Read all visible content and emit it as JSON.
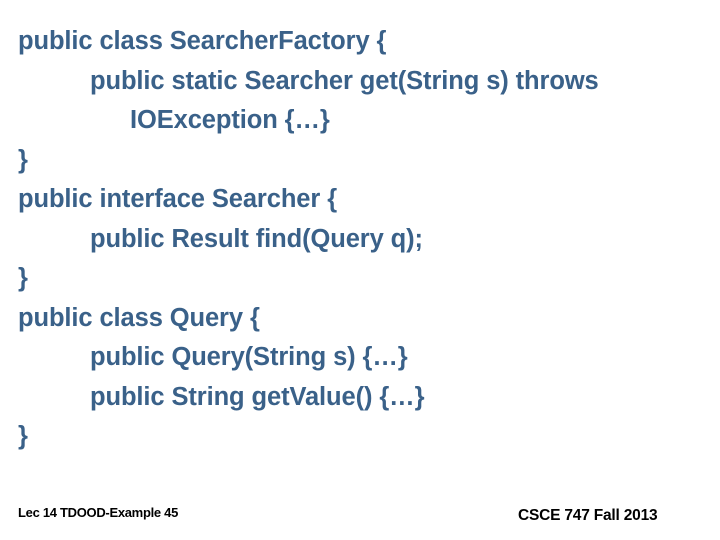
{
  "slide": {
    "background_color": "#FFFFFF",
    "code_color": "#3A6189",
    "footer_color": "#000000",
    "code_lines": [
      {
        "text": "public class SearcherFactory {",
        "indent": 0
      },
      {
        "text": "public static Searcher get(String s) throws",
        "indent": 1
      },
      {
        "text": "IOException {…}",
        "indent": 2
      },
      {
        "text": "}",
        "indent": 0
      },
      {
        "text": "public interface Searcher {",
        "indent": 0
      },
      {
        "text": "public Result find(Query q);",
        "indent": 1
      },
      {
        "text": "}",
        "indent": 0
      },
      {
        "text": "public class Query {",
        "indent": 0
      },
      {
        "text": "public Query(String s) {…}",
        "indent": 1
      },
      {
        "text": "public String getValue() {…}",
        "indent": 1
      },
      {
        "text": "}",
        "indent": 0
      }
    ]
  },
  "footer": {
    "left": "Lec 14 TDOOD-Example 45",
    "right": "CSCE 747 Fall 2013"
  }
}
